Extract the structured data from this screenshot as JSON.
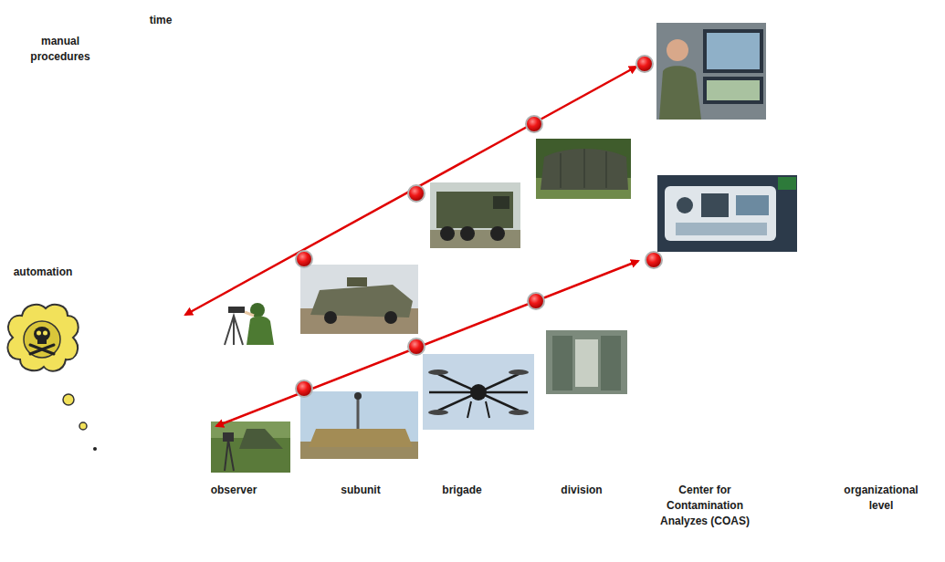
{
  "diagram": {
    "labels": [
      "time",
      "manual procedures",
      "automation",
      "observer",
      "subunit",
      "brigade",
      "division",
      "Center for Contamination Analyzes (COAS)",
      "organizational level"
    ]
  }
}
